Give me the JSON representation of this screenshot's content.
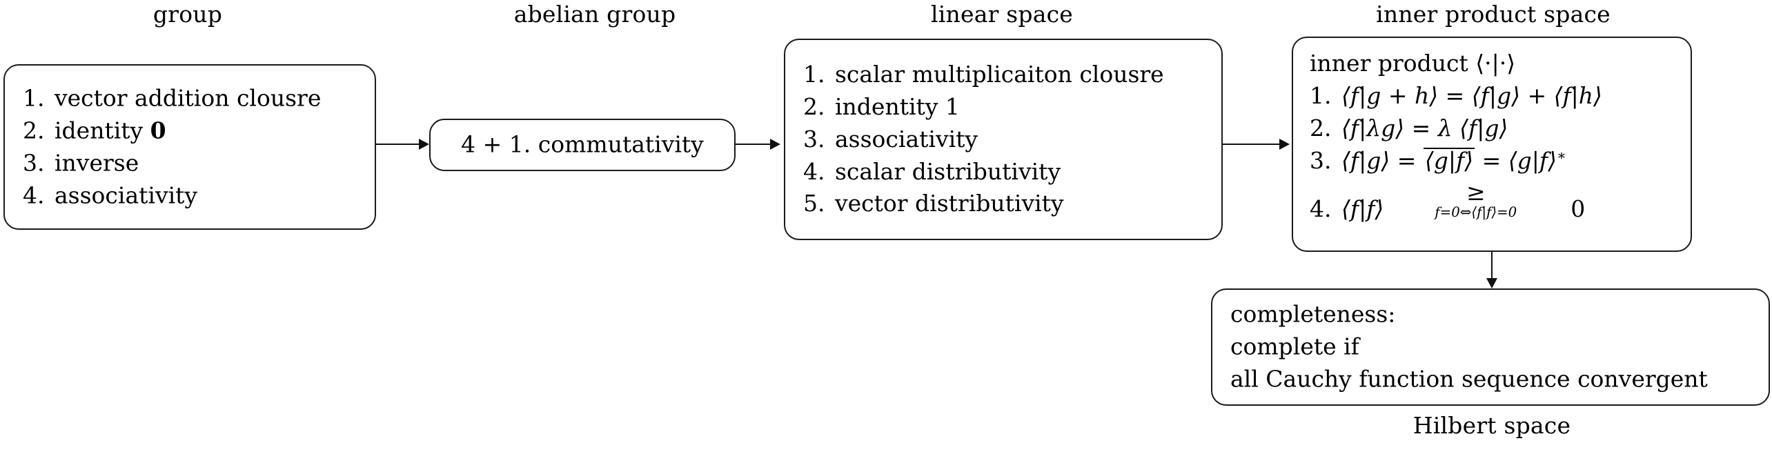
{
  "diagram": {
    "title": "Hierarchy of algebraic structures from group to Hilbert space",
    "background_color": "#ffffff",
    "stroke_color": "#111111"
  },
  "captions": {
    "group": "group",
    "abelian_group": "abelian group",
    "linear_space": "linear space",
    "inner_product_space": "inner product space",
    "hilbert_space": "Hilbert space"
  },
  "nodes": {
    "group": {
      "items": [
        {
          "num": "1.",
          "text": "vector addition clousre"
        },
        {
          "num": "2.",
          "text": "identity ",
          "bold_suffix": "0"
        },
        {
          "num": "3.",
          "text": "inverse"
        },
        {
          "num": "4.",
          "text": "associativity"
        }
      ]
    },
    "abelian_group": {
      "text": "4 + 1.  commutativity"
    },
    "linear_space": {
      "items": [
        {
          "num": "1.",
          "text": "scalar multiplicaiton clousre"
        },
        {
          "num": "2.",
          "text": "indentity 1"
        },
        {
          "num": "3.",
          "text": "associativity"
        },
        {
          "num": "4.",
          "text": "scalar distributivity"
        },
        {
          "num": "5.",
          "text": "vector distributivity"
        }
      ]
    },
    "inner_product_space": {
      "header_text": "inner product ",
      "header_math": "⟨·|·⟩",
      "axiom1_num": "1.",
      "axiom1_lhs": "⟨f|g + h⟩",
      "axiom1_eq": "=",
      "axiom1_rhs": "⟨f|g⟩ + ⟨f|h⟩",
      "axiom2_num": "2.",
      "axiom2_lhs": "⟨f|λg⟩",
      "axiom2_eq": "=",
      "axiom2_rhs": "λ ⟨f|g⟩",
      "axiom3_num": "3.",
      "axiom3_lhs": "⟨f|g⟩",
      "axiom3_eq1": "=",
      "axiom3_mid": "⟨g|f⟩",
      "axiom3_eq2": "=",
      "axiom3_rhs": "⟨g|f⟩",
      "axiom3_star": "∗",
      "axiom4_num": "4.",
      "axiom4_lhs": "⟨f|f⟩",
      "axiom4_rel": "≥",
      "axiom4_cond": "f=0⇔⟨f|f⟩=0",
      "axiom4_rhs": "0"
    },
    "hilbert_space": {
      "lines": [
        "completeness:",
        "complete if",
        "all Cauchy function sequence convergent"
      ]
    }
  },
  "connectors": [
    {
      "name": "group-to-abelian-group",
      "direction": "right"
    },
    {
      "name": "abelian-group-to-linear-space",
      "direction": "right"
    },
    {
      "name": "linear-space-to-inner-product-space",
      "direction": "right"
    },
    {
      "name": "inner-product-space-to-hilbert-space",
      "direction": "down"
    }
  ]
}
